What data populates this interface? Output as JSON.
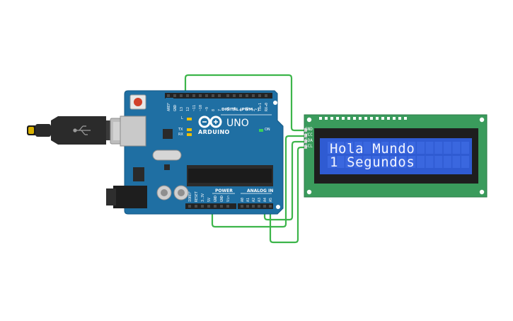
{
  "board": {
    "brand": "ARDUINO",
    "model": "UNO",
    "digital_label": "DIGITAL (PWM ~)",
    "power_label": "POWER",
    "analog_label": "ANALOG IN",
    "on_label": "ON",
    "led_l": "L",
    "led_tx": "TX",
    "led_rx": "RX",
    "digital_pins": [
      "AREF",
      "GND",
      "13",
      "12",
      "~11",
      "~10",
      "~9",
      "8",
      "7",
      "~6",
      "~5",
      "4",
      "~3",
      "2",
      "TX▸1",
      "RX◂0"
    ],
    "power_pins": [
      "IOREF",
      "RESET",
      "3.3V",
      "5V",
      "GND",
      "GND",
      "Vin"
    ],
    "analog_pins": [
      "A0",
      "A1",
      "A2",
      "A3",
      "A4",
      "A5"
    ]
  },
  "lcd": {
    "line1": "Hola Mundo",
    "line2": "1 Segundos",
    "pins": [
      "GND",
      "VCC",
      "SDA",
      "SCL"
    ]
  },
  "colors": {
    "board": "#1f6fa3",
    "pcb": "#3a9b5c",
    "lcd_screen": "#2f5bd2",
    "wire": "#3cb54a"
  }
}
